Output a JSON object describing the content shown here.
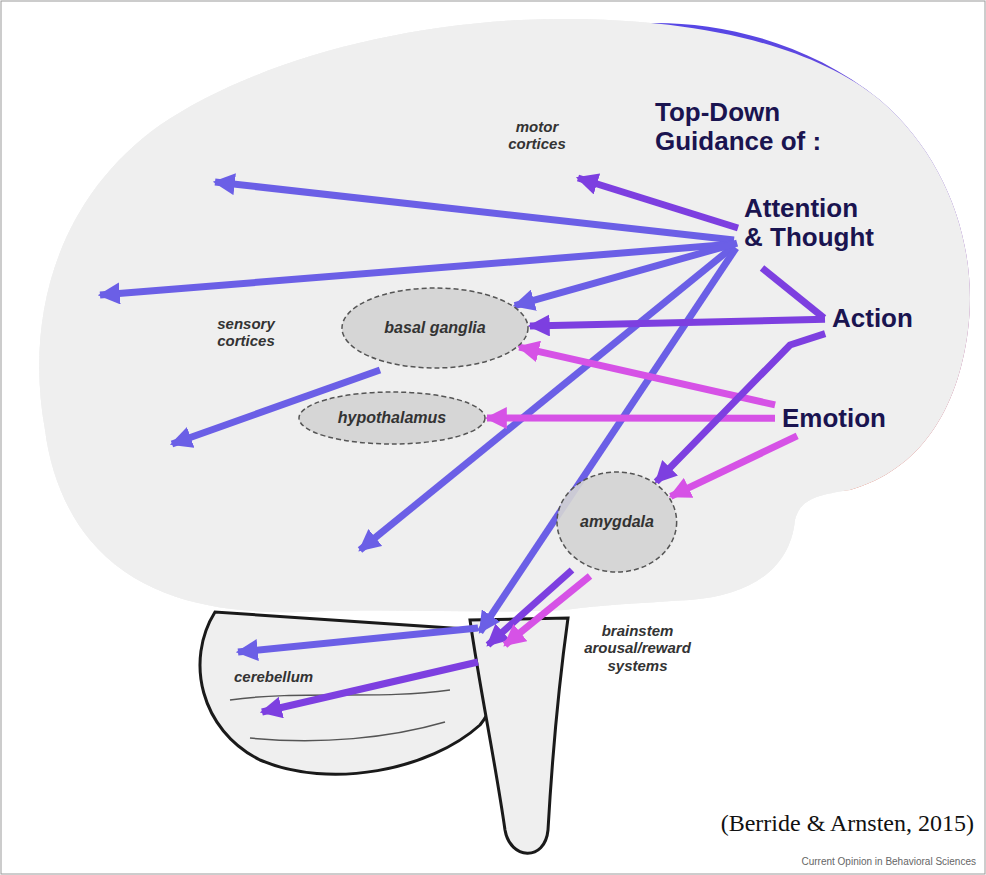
{
  "diagram": {
    "nodes": [
      {
        "text": [
          "Attention & Thought"
        ]
      },
      {
        "text": [
          "basal ganglia"
        ]
      },
      {
        "text": [
          "Action"
        ]
      },
      {
        "text": [
          "hypothalamus"
        ]
      },
      {
        "text": [
          "Emotion"
        ]
      },
      {
        "text": [
          "amygdala"
        ]
      }
    ],
    "edges": [
      {
        "from": 0,
        "to": 1,
        "arrow": "to"
      },
      {
        "from": 2,
        "to": 1,
        "arrow": "to"
      },
      {
        "from": 4,
        "to": 1,
        "arrow": "to"
      },
      {
        "from": 4,
        "to": 3,
        "arrow": "to"
      },
      {
        "from": 4,
        "to": 5,
        "arrow": "to"
      },
      {
        "from": 2,
        "to": 5,
        "arrow": "to"
      }
    ],
    "labels": [
      "Top-Down Guidance of :",
      "motor cortices",
      "sensory cortices",
      "cerebellum",
      "brainstem arousal/reward systems",
      "(Berride & Arnsten, 2015)",
      "Current Opinion in Behavioral Sciences"
    ]
  }
}
